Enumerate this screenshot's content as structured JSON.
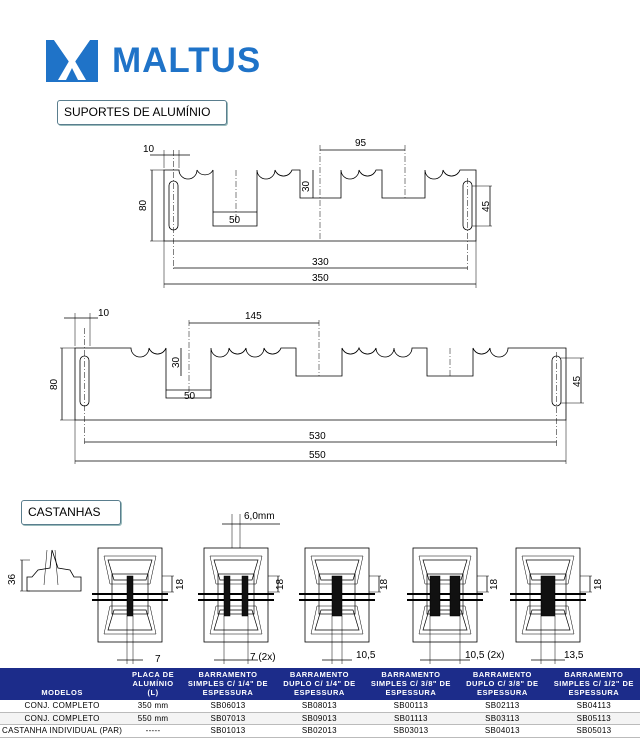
{
  "brand": {
    "name": "MALTUS",
    "color": "#1f73c8"
  },
  "sections": {
    "suportes": "SUPORTES DE ALUMÍNIO",
    "castanhas": "CASTANHAS"
  },
  "drawing1": {
    "d10": "10",
    "d95": "95",
    "d30": "30",
    "d80": "80",
    "d50": "50",
    "d45": "45",
    "d330": "330",
    "d350": "350"
  },
  "drawing2": {
    "d10": "10",
    "d145": "145",
    "d30": "30",
    "d80": "80",
    "d50": "50",
    "d45": "45",
    "d530": "530",
    "d550": "550"
  },
  "castanhas": {
    "d36": "36",
    "d6mm": "6,0mm",
    "d18": "18",
    "d7": "7",
    "d7x2": "7 (2x)",
    "d105": "10,5",
    "d105x2": "10,5 (2x)",
    "d135": "13,5"
  },
  "table": {
    "headers": [
      "MODELOS",
      "PLACA DE ALUMÍNIO (L)",
      "BARRAMENTO SIMPLES C/ 1/4\" DE ESPESSURA",
      "BARRAMENTO DUPLO C/ 1/4\" DE ESPESSURA",
      "BARRAMENTO SIMPLES C/ 3/8\" DE ESPESSURA",
      "BARRAMENTO DUPLO C/ 3/8\" DE ESPESSURA",
      "BARRAMENTO SIMPLES C/ 1/2\" DE ESPESSURA"
    ],
    "rows": [
      [
        "CONJ. COMPLETO",
        "350 mm",
        "SB06013",
        "SB08013",
        "SB00113",
        "SB02113",
        "SB04113"
      ],
      [
        "CONJ. COMPLETO",
        "550 mm",
        "SB07013",
        "SB09013",
        "SB01113",
        "SB03113",
        "SB05113"
      ],
      [
        "CASTANHA INDIVIDUAL (PAR)",
        "-----",
        "SB01013",
        "SB02013",
        "SB03013",
        "SB04013",
        "SB05013"
      ]
    ]
  }
}
